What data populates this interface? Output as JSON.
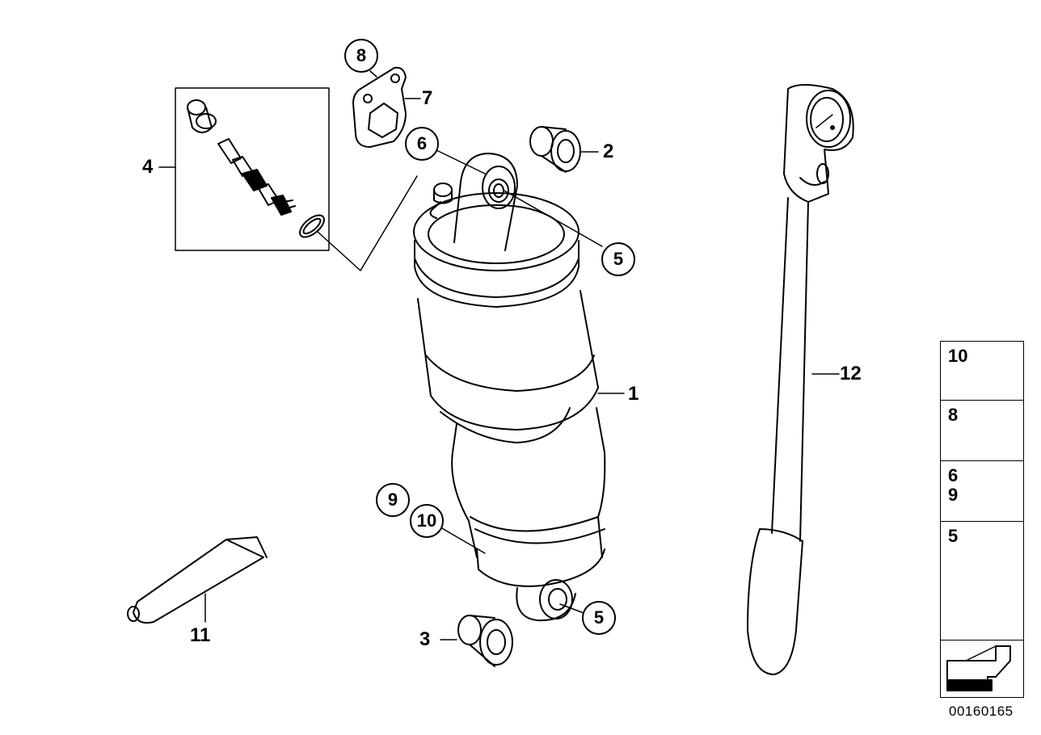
{
  "callouts": {
    "c1": "1",
    "c2": "2",
    "c3": "3",
    "c4": "4",
    "c5a": "5",
    "c5b": "5",
    "c6": "6",
    "c7": "7",
    "c8": "8",
    "c9": "9",
    "c10": "10",
    "c11": "11",
    "c12": "12"
  },
  "legend": {
    "row1": "10",
    "row2": "8",
    "row3": "6\n9",
    "row4": "5"
  },
  "ref_code": "00160165"
}
